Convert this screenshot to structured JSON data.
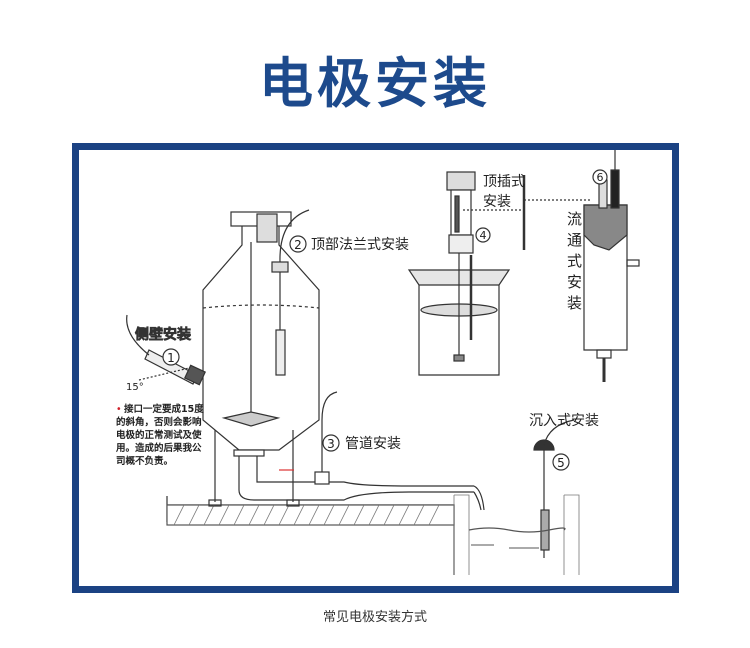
{
  "title": "电极安装",
  "caption": "常见电极安装方式",
  "colors": {
    "title": "#1d4a8c",
    "frame": "#1b4283",
    "note_bullet": "#d0202a"
  },
  "labels": {
    "side_wall": "侧壁安装",
    "side_wall_num": "1",
    "angle": "15°",
    "note_bullet": "•",
    "note_lines": [
      "接口一定要成15度",
      "的斜角，否则会影响",
      "电极的正常测试及使",
      "用。造成的后果我公",
      "司概不负责。"
    ],
    "top_flange": "顶部法兰式安装",
    "top_flange_num": "2",
    "pipe": "管道安装",
    "pipe_num": "3",
    "top_insert_line1": "顶插式",
    "top_insert_line2": "安装",
    "top_insert_num": "4",
    "immersion": "沉入式安装",
    "immersion_num": "5",
    "flow_through_chars": [
      "流",
      "通",
      "式",
      "安",
      "装"
    ],
    "flow_through_num": "6"
  }
}
